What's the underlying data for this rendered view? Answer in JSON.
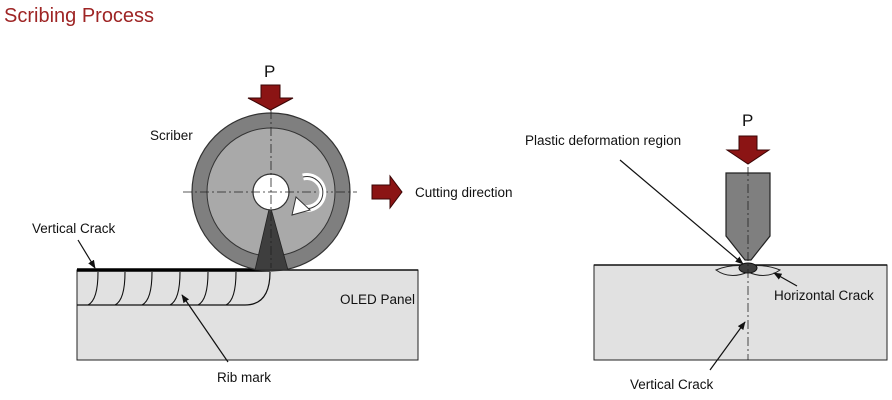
{
  "title": "Scribing Process",
  "colors": {
    "title": "#9e2424",
    "arrow": "#8b1414",
    "panel": "#e1e1e1",
    "wheel": "#7f7f7f",
    "wheel_hub": "#a9a9a9",
    "tip": "#3e3e3e"
  },
  "left": {
    "force_label": "P",
    "scriber_label": "Scriber",
    "direction_label": "Cutting direction",
    "vertical_crack_label": "Vertical Crack",
    "panel_label": "OLED Panel",
    "rib_mark_label": "Rib mark",
    "icons": [
      "force-arrow-icon",
      "rotation-arrow-icon",
      "direction-arrow-icon"
    ]
  },
  "right": {
    "force_label": "P",
    "plastic_label": "Plastic deformation region",
    "horizontal_crack_label": "Horizontal Crack",
    "vertical_crack_label": "Vertical Crack"
  }
}
